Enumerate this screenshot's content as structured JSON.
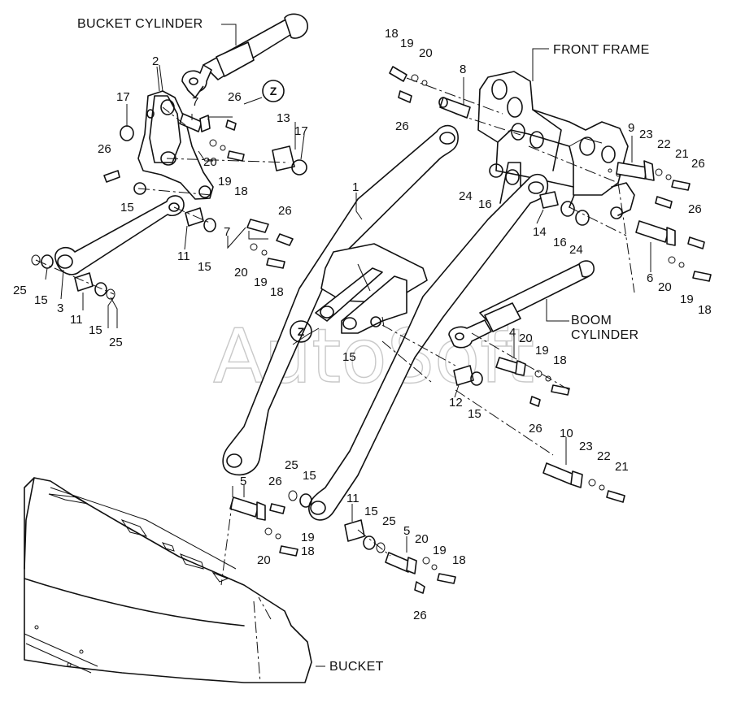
{
  "labels": {
    "bucket_cylinder": "BUCKET CYLINDER",
    "front_frame": "FRONT FRAME",
    "boom_cylinder_line1": "BOOM",
    "boom_cylinder_line2": "CYLINDER",
    "bucket": "BUCKET",
    "detail_mark": "Z"
  },
  "watermark": "AutoSoft",
  "callouts": [
    {
      "id": "c-1",
      "text": "1"
    },
    {
      "id": "c-2",
      "text": "2"
    },
    {
      "id": "c-3",
      "text": "3"
    },
    {
      "id": "c-4",
      "text": "4"
    },
    {
      "id": "c-5a",
      "text": "5"
    },
    {
      "id": "c-5b",
      "text": "5"
    },
    {
      "id": "c-6",
      "text": "6"
    },
    {
      "id": "c-7a",
      "text": "7"
    },
    {
      "id": "c-7b",
      "text": "7"
    },
    {
      "id": "c-8",
      "text": "8"
    },
    {
      "id": "c-9",
      "text": "9"
    },
    {
      "id": "c-10",
      "text": "10"
    },
    {
      "id": "c-11a",
      "text": "11"
    },
    {
      "id": "c-11b",
      "text": "11"
    },
    {
      "id": "c-11c",
      "text": "11"
    },
    {
      "id": "c-12",
      "text": "12"
    },
    {
      "id": "c-13",
      "text": "13"
    },
    {
      "id": "c-14",
      "text": "14"
    },
    {
      "id": "c-15a",
      "text": "15"
    },
    {
      "id": "c-15b",
      "text": "15"
    },
    {
      "id": "c-15c",
      "text": "15"
    },
    {
      "id": "c-15d",
      "text": "15"
    },
    {
      "id": "c-15e",
      "text": "15"
    },
    {
      "id": "c-15f",
      "text": "15"
    },
    {
      "id": "c-15g",
      "text": "15"
    },
    {
      "id": "c-15h",
      "text": "15"
    },
    {
      "id": "c-16a",
      "text": "16"
    },
    {
      "id": "c-16b",
      "text": "16"
    },
    {
      "id": "c-17a",
      "text": "17"
    },
    {
      "id": "c-17b",
      "text": "17"
    },
    {
      "id": "c-18a",
      "text": "18"
    },
    {
      "id": "c-18b",
      "text": "18"
    },
    {
      "id": "c-18c",
      "text": "18"
    },
    {
      "id": "c-18d",
      "text": "18"
    },
    {
      "id": "c-18e",
      "text": "18"
    },
    {
      "id": "c-18f",
      "text": "18"
    },
    {
      "id": "c-18g",
      "text": "18"
    },
    {
      "id": "c-19a",
      "text": "19"
    },
    {
      "id": "c-19b",
      "text": "19"
    },
    {
      "id": "c-19c",
      "text": "19"
    },
    {
      "id": "c-19d",
      "text": "19"
    },
    {
      "id": "c-19e",
      "text": "19"
    },
    {
      "id": "c-19f",
      "text": "19"
    },
    {
      "id": "c-19g",
      "text": "19"
    },
    {
      "id": "c-20a",
      "text": "20"
    },
    {
      "id": "c-20b",
      "text": "20"
    },
    {
      "id": "c-20c",
      "text": "20"
    },
    {
      "id": "c-20d",
      "text": "20"
    },
    {
      "id": "c-20e",
      "text": "20"
    },
    {
      "id": "c-20f",
      "text": "20"
    },
    {
      "id": "c-20g",
      "text": "20"
    },
    {
      "id": "c-21a",
      "text": "21"
    },
    {
      "id": "c-21b",
      "text": "21"
    },
    {
      "id": "c-22a",
      "text": "22"
    },
    {
      "id": "c-22b",
      "text": "22"
    },
    {
      "id": "c-23a",
      "text": "23"
    },
    {
      "id": "c-23b",
      "text": "23"
    },
    {
      "id": "c-24a",
      "text": "24"
    },
    {
      "id": "c-24b",
      "text": "24"
    },
    {
      "id": "c-25a",
      "text": "25"
    },
    {
      "id": "c-25b",
      "text": "25"
    },
    {
      "id": "c-25c",
      "text": "25"
    },
    {
      "id": "c-25d",
      "text": "25"
    },
    {
      "id": "c-26a",
      "text": "26"
    },
    {
      "id": "c-26b",
      "text": "26"
    },
    {
      "id": "c-26c",
      "text": "26"
    },
    {
      "id": "c-26d",
      "text": "26"
    },
    {
      "id": "c-26e",
      "text": "26"
    },
    {
      "id": "c-26f",
      "text": "26"
    },
    {
      "id": "c-26g",
      "text": "26"
    },
    {
      "id": "c-26h",
      "text": "26"
    },
    {
      "id": "c-26i",
      "text": "26"
    }
  ]
}
